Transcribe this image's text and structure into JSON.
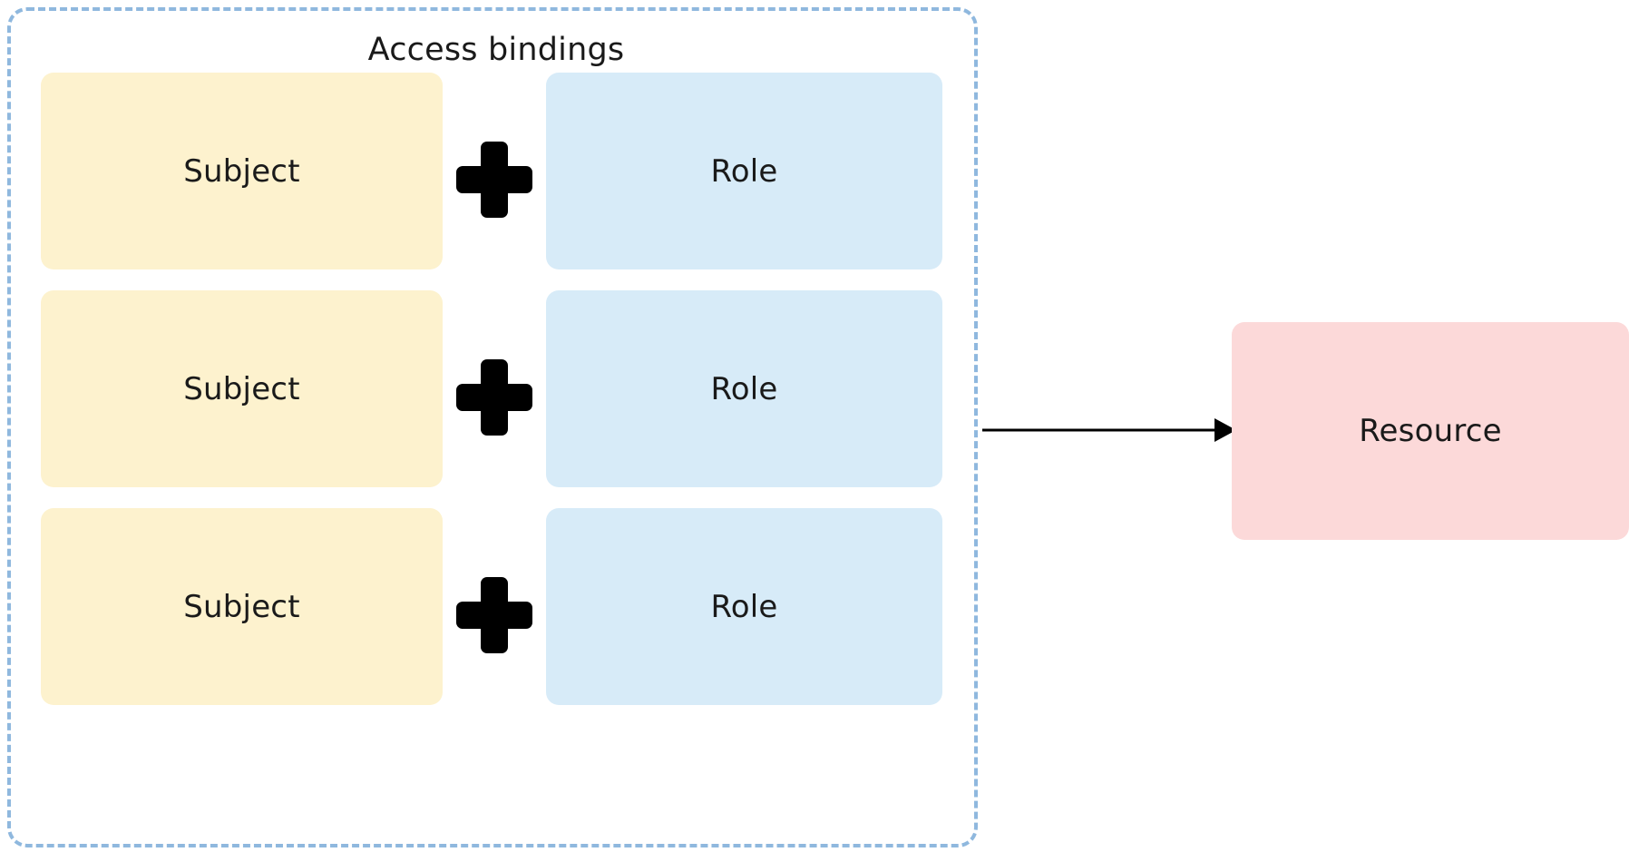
{
  "diagram": {
    "title": "Access bindings",
    "group": {
      "label": "Access bindings",
      "border_style": "dashed",
      "border_color": "#8fb8de"
    },
    "bindings": [
      {
        "subject": {
          "label": "Subject",
          "color": "#fdf2ce"
        },
        "operator": {
          "icon": "plus-icon",
          "symbol": "+"
        },
        "role": {
          "label": "Role",
          "color": "#d7ebf8"
        }
      },
      {
        "subject": {
          "label": "Subject",
          "color": "#fdf2ce"
        },
        "operator": {
          "icon": "plus-icon",
          "symbol": "+"
        },
        "role": {
          "label": "Role",
          "color": "#d7ebf8"
        }
      },
      {
        "subject": {
          "label": "Subject",
          "color": "#fdf2ce"
        },
        "operator": {
          "icon": "plus-icon",
          "symbol": "+"
        },
        "role": {
          "label": "Role",
          "color": "#d7ebf8"
        }
      }
    ],
    "connector": {
      "icon": "arrow-right-icon",
      "color": "#000000",
      "label": ""
    },
    "target": {
      "label": "Resource",
      "color": "#fcd9d9"
    }
  }
}
